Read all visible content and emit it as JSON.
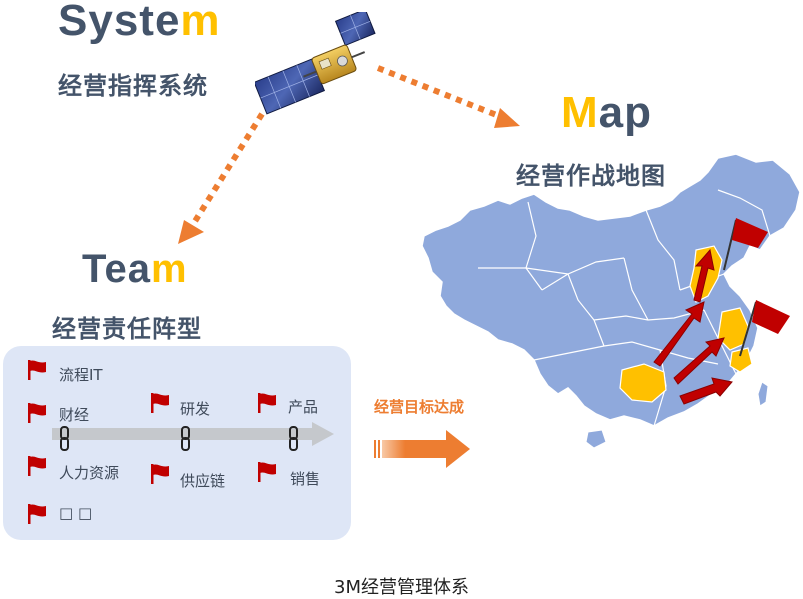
{
  "system": {
    "title_plain": "Syste",
    "title_highlight": "m",
    "subtitle": "经营指挥系统"
  },
  "map": {
    "title_highlight": "M",
    "title_plain": "ap",
    "subtitle": "经营作战地图"
  },
  "team": {
    "title_plain": "Tea",
    "title_highlight": "m",
    "subtitle": "经营责任阵型",
    "items": [
      {
        "label": "流程IT"
      },
      {
        "label": "财经"
      },
      {
        "label": "研发"
      },
      {
        "label": "产品"
      },
      {
        "label": "人力资源"
      },
      {
        "label": "供应链"
      },
      {
        "label": "销售"
      },
      {
        "label": "□ □"
      }
    ]
  },
  "goal_label": "经营目标达成",
  "footer": "3M经营管理体系",
  "icons": {
    "satellite": "satellite-icon",
    "flag": "red-flag-icon",
    "link": "chain-link-icon"
  },
  "colors": {
    "title_text": "#44546a",
    "highlight": "#ffc000",
    "accent_orange": "#ed7d31",
    "map_blue": "#8fa9dc",
    "map_yellow": "#ffc000",
    "flag_red": "#c00000",
    "panel_bg": "#dee6f6"
  }
}
